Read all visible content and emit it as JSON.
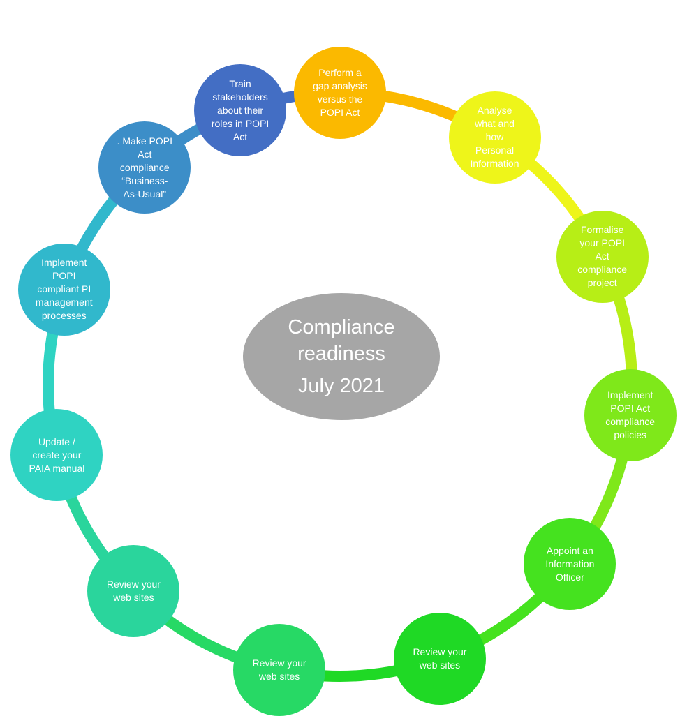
{
  "center": {
    "title": "Compliance\nreadiness",
    "date": "July 2021",
    "color": "#a6a6a6"
  },
  "steps": [
    {
      "label": "Perform a\ngap analysis\nversus the\nPOPI Act",
      "color": "#fbb900",
      "angle": 0
    },
    {
      "label": "Analyse\nwhat and\nhow\nPersonal\nInformation",
      "color": "#eef51a",
      "angle": 32
    },
    {
      "label": "Formalise\nyour POPI\nAct\ncompliance\nproject",
      "color": "#b7ee16",
      "angle": 64
    },
    {
      "label": "Implement\nPOPI Act\ncompliance\npolicies",
      "color": "#7fe81a",
      "angle": 96
    },
    {
      "label": "Appoint an\nInformation\nOfficer",
      "color": "#45e21f",
      "angle": 128
    },
    {
      "label": "Review your\nweb sites",
      "color": "#1fd925",
      "angle": 160
    },
    {
      "label": "Review your\nweb sites",
      "color": "#27d965",
      "angle": 192
    },
    {
      "label": "Review your\nweb sites",
      "color": "#2ad59c",
      "angle": 225
    },
    {
      "label": "Update /\ncreate your\nPAIA manual",
      "color": "#2fd3c2",
      "angle": 256
    },
    {
      "label": "Implement\nPOPI\ncompliant PI\nmanagement\nprocesses",
      "color": "#31b8cc",
      "angle": 289
    },
    {
      "label": ". Make POPI\nAct\ncompliance\n“Business-\nAs-Usual”",
      "color": "#3c8ec8",
      "angle": 318
    },
    {
      "label": "Train\nstakeholders\nabout their\nroles in POPI\nAct",
      "color": "#436ec4",
      "angle": 340
    }
  ]
}
